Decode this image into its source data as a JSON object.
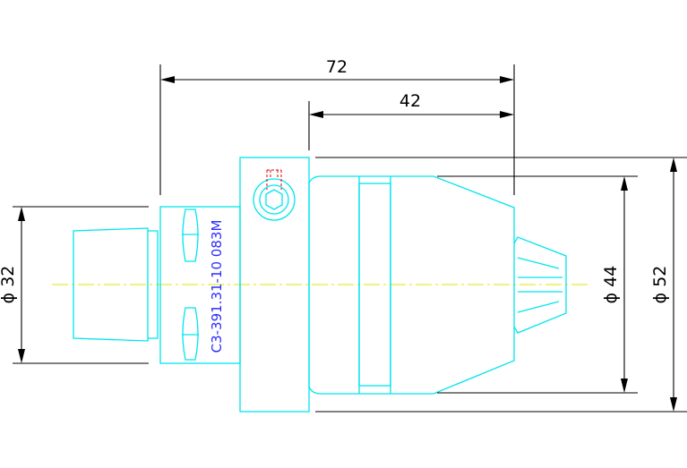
{
  "dimensions": {
    "overall_length": "72",
    "chuck_length": "42",
    "shank_diameter": "ϕ 32",
    "chuck_diameter": "ϕ 44",
    "body_diameter": "ϕ 52"
  },
  "part_code": "C3-391.31-10 083M",
  "colors": {
    "outline": "#00e5ee",
    "dimension": "#000000",
    "centerline": "#e6e600",
    "hidden": "#e00000",
    "label": "#2c2cff"
  }
}
